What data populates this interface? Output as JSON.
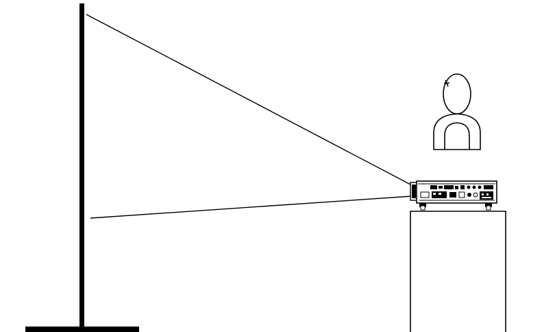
{
  "diagram": {
    "elements": [
      "screen-stand",
      "projection-beam",
      "projector",
      "projector-table",
      "viewer"
    ],
    "colors": {
      "background": "#ffffff",
      "ink": "#000000"
    }
  }
}
